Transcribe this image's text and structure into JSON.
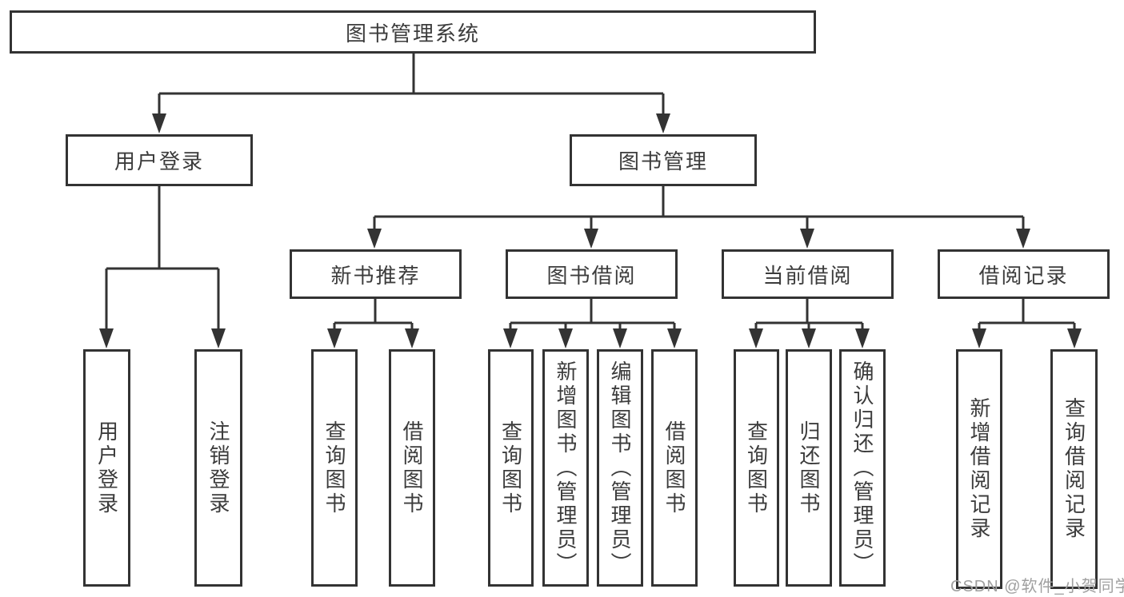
{
  "root": {
    "label": "图书管理系统"
  },
  "branches": [
    {
      "label": "用户登录",
      "children": [
        {
          "label": "用户登录"
        },
        {
          "label": "注销登录"
        }
      ]
    },
    {
      "label": "图书管理",
      "children": [
        {
          "label": "新书推荐",
          "children": [
            {
              "label": "查询图书"
            },
            {
              "label": "借阅图书"
            }
          ]
        },
        {
          "label": "图书借阅",
          "children": [
            {
              "label": "查询图书"
            },
            {
              "label": "新增图书（管理员）"
            },
            {
              "label": "编辑图书（管理员）"
            },
            {
              "label": "借阅图书"
            }
          ]
        },
        {
          "label": "当前借阅",
          "children": [
            {
              "label": "查询图书"
            },
            {
              "label": "归还图书"
            },
            {
              "label": "确认归还（管理员）"
            }
          ]
        },
        {
          "label": "借阅记录",
          "children": [
            {
              "label": "新增借阅记录"
            },
            {
              "label": "查询借阅记录"
            }
          ]
        }
      ]
    }
  ],
  "watermark": "CSDN @软件_小贺同学",
  "colors": {
    "line": "#333333",
    "text": "#3c3c3c",
    "watermark": "#a0a0a0",
    "background": "#ffffff"
  }
}
